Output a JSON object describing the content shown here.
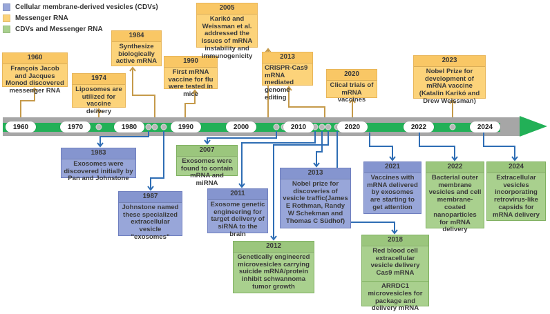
{
  "legend": [
    {
      "label": "Cellular membrane-derived vesicles (CDVs)",
      "color": "#98a6d9"
    },
    {
      "label": "Messenger RNA",
      "color": "#fcd37a"
    },
    {
      "label": "CDVs and Messenger RNA",
      "color": "#a9d08e"
    }
  ],
  "colors": {
    "mrna_fill": "#fcd37a",
    "mrna_line": "#c59a4a",
    "cdv_fill": "#98a6d9",
    "cdv_line": "#2e6db4",
    "both_fill": "#a9d08e",
    "axis_gray": "#a6a6a6",
    "axis_green": "#22b057"
  },
  "axis_labels": [
    "1960",
    "1970",
    "1980",
    "1990",
    "2000",
    "2010",
    "2020",
    "2022",
    "2024"
  ],
  "events_above": [
    {
      "year": "1960",
      "category": "mrna",
      "text": "François Jacob and Jacques Monod discovered messenger RNA"
    },
    {
      "year": "1974",
      "category": "mrna",
      "text": "Liposomes are utilized for vaccine delivery"
    },
    {
      "year": "1984",
      "category": "mrna",
      "text": "Synthesize biologically active mRNA"
    },
    {
      "year": "1990",
      "category": "mrna",
      "text": "First mRNA vaccine for flu were tested in mice"
    },
    {
      "year": "2005",
      "category": "mrna",
      "text": "Karikó and Weissman et al. addressed the issues of mRNA instability and immunogenicity"
    },
    {
      "year": "2013",
      "category": "mrna",
      "text": "CRISPR-Cas9 mRNA mediated genome editing"
    },
    {
      "year": "2020",
      "category": "mrna",
      "text": "Clical trials of mRNA vaccines"
    },
    {
      "year": "2023",
      "category": "mrna",
      "text": "Nobel Prize for development of mRNA vaccine (Katalin Karikó and Drew Weissman)"
    }
  ],
  "events_below": [
    {
      "year": "1983",
      "category": "cdv",
      "text": "Exosomes were discovered initially by Pan and Johnstone"
    },
    {
      "year": "1987",
      "category": "cdv",
      "text": "Johnstone named these specialized extracellular vesicle \"exosomes\""
    },
    {
      "year": "2007",
      "category": "both",
      "text": "Exosomes were found to contain mRNA and miRNA"
    },
    {
      "year": "2011",
      "category": "cdv",
      "text": "Exosome genetic engineering for target delivery of siRNA to the brain"
    },
    {
      "year": "2012",
      "category": "both",
      "text": "Genetically engineered microvesicles carrying suicide mRNA/protein inhibit schwannoma tumor growth"
    },
    {
      "year": "2013",
      "category": "cdv",
      "text": "Nobel prize for discoveries of vesicle traffic(James E Rothman, Randy W Schekman and Thomas C Südhof)"
    },
    {
      "year": "2018",
      "category": "both",
      "text": "Red blood cell extracellular vesicle delivery Cas9 mRNA",
      "extra": "ARRDC1 microvesicles for package and delivery mRNA"
    },
    {
      "year": "2021",
      "category": "cdv",
      "text": "Vaccines with mRNA delivered by exosomes are starting to get attention"
    },
    {
      "year": "2022",
      "category": "both",
      "text": "Bacterial outer membrane vesicles and cell membrane-coated nanoparticles for mRNA delivery"
    },
    {
      "year": "2024",
      "category": "both",
      "text": "Extracellular vesicles incorporating retrovirus-like capsids for mRNA delivery"
    }
  ]
}
